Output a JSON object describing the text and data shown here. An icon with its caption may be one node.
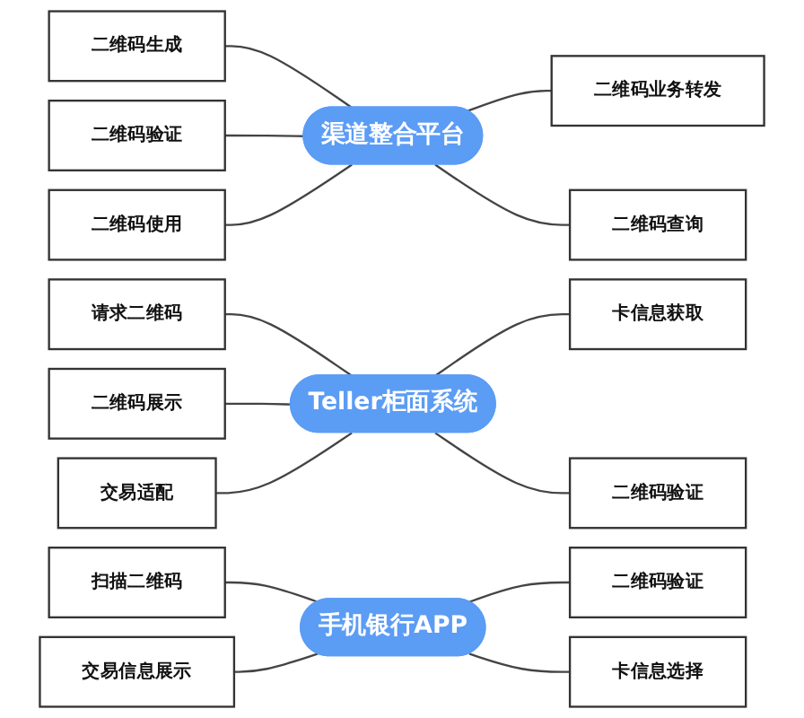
{
  "diagram": {
    "nodes": [
      {
        "text": [
          "渠道整合平台"
        ]
      },
      {
        "text": [
          "二维码生成"
        ]
      },
      {
        "text": [
          "二维码验证"
        ]
      },
      {
        "text": [
          "二维码使用"
        ]
      },
      {
        "text": [
          "二维码业务转发"
        ]
      },
      {
        "text": [
          "二维码查询"
        ]
      },
      {
        "text": [
          "Teller柜面系统"
        ]
      },
      {
        "text": [
          "请求二维码"
        ]
      },
      {
        "text": [
          "二维码展示"
        ]
      },
      {
        "text": [
          "交易适配"
        ]
      },
      {
        "text": [
          "卡信息获取"
        ]
      },
      {
        "text": [
          "二维码验证"
        ]
      },
      {
        "text": [
          "手机银行APP"
        ]
      },
      {
        "text": [
          "扫描二维码"
        ]
      },
      {
        "text": [
          "交易信息展示"
        ]
      },
      {
        "text": [
          "二维码验证"
        ]
      },
      {
        "text": [
          "卡信息选择"
        ]
      }
    ],
    "edges": [
      {
        "from": 1,
        "to": 0,
        "arrow": "none"
      },
      {
        "from": 2,
        "to": 0,
        "arrow": "none"
      },
      {
        "from": 3,
        "to": 0,
        "arrow": "none"
      },
      {
        "from": 0,
        "to": 4,
        "arrow": "none"
      },
      {
        "from": 0,
        "to": 5,
        "arrow": "none"
      },
      {
        "from": 7,
        "to": 6,
        "arrow": "none"
      },
      {
        "from": 8,
        "to": 6,
        "arrow": "none"
      },
      {
        "from": 9,
        "to": 6,
        "arrow": "none"
      },
      {
        "from": 6,
        "to": 10,
        "arrow": "none"
      },
      {
        "from": 6,
        "to": 11,
        "arrow": "none"
      },
      {
        "from": 13,
        "to": 12,
        "arrow": "none"
      },
      {
        "from": 14,
        "to": 12,
        "arrow": "none"
      },
      {
        "from": 12,
        "to": 15,
        "arrow": "none"
      },
      {
        "from": 12,
        "to": 16,
        "arrow": "none"
      }
    ]
  }
}
